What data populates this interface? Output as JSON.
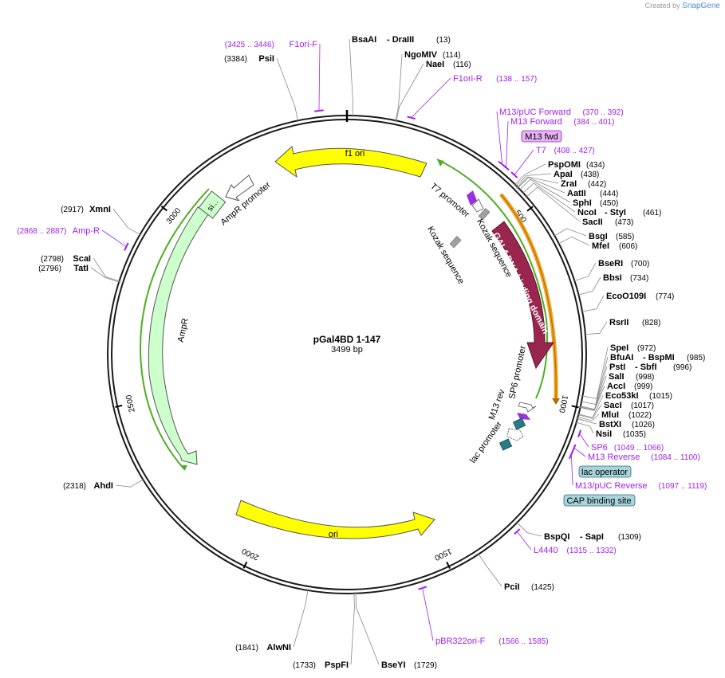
{
  "app": {
    "created_by": "Created by",
    "brand": "SnapGene"
  },
  "map": {
    "name": "pGal4BD 1-147",
    "length": 3499,
    "length_label": "3499 bp"
  },
  "ticks": [
    {
      "pos": 500,
      "label": "500"
    },
    {
      "pos": 1000,
      "label": "1000"
    },
    {
      "pos": 1500,
      "label": "1500"
    },
    {
      "pos": 2000,
      "label": "2000"
    },
    {
      "pos": 2500,
      "label": "2500"
    },
    {
      "pos": 3000,
      "label": "3000"
    }
  ],
  "sites": [
    {
      "name": "BsaAI",
      "name2": "DraIII",
      "pos_label": "(13)",
      "pos": 13
    },
    {
      "name": "NgoMIV",
      "pos_label": "(114)",
      "pos": 114
    },
    {
      "name": "NaeI",
      "pos_label": "(116)",
      "pos": 116
    },
    {
      "name": "PspOMI",
      "pos_label": "(434)",
      "pos": 434
    },
    {
      "name": "ApaI",
      "pos_label": "(438)",
      "pos": 438
    },
    {
      "name": "ZraI",
      "pos_label": "(442)",
      "pos": 442
    },
    {
      "name": "AatII",
      "pos_label": "(444)",
      "pos": 444
    },
    {
      "name": "SphI",
      "pos_label": "(450)",
      "pos": 450
    },
    {
      "name": "NcoI",
      "name2": "StyI",
      "pos_label": "(461)",
      "pos": 461
    },
    {
      "name": "SacII",
      "pos_label": "(473)",
      "pos": 473
    },
    {
      "name": "BsgI",
      "pos_label": "(585)",
      "pos": 585
    },
    {
      "name": "MfeI",
      "pos_label": "(606)",
      "pos": 606
    },
    {
      "name": "BseRI",
      "pos_label": "(700)",
      "pos": 700
    },
    {
      "name": "BbsI",
      "pos_label": "(734)",
      "pos": 734
    },
    {
      "name": "EcoO109I",
      "pos_label": "(774)",
      "pos": 774
    },
    {
      "name": "RsrII",
      "pos_label": "(828)",
      "pos": 828
    },
    {
      "name": "SpeI",
      "pos_label": "(972)",
      "pos": 972
    },
    {
      "name": "BfuAI",
      "name2": "BspMI",
      "pos_label": "(985)",
      "pos": 985
    },
    {
      "name": "PstI",
      "name2": "SbfI",
      "pos_label": "(996)",
      "pos": 996
    },
    {
      "name": "SalI",
      "pos_label": "(998)",
      "pos": 998
    },
    {
      "name": "AccI",
      "pos_label": "(999)",
      "pos": 999
    },
    {
      "name": "Eco53kI",
      "pos_label": "(1015)",
      "pos": 1015
    },
    {
      "name": "SacI",
      "pos_label": "(1017)",
      "pos": 1017
    },
    {
      "name": "MluI",
      "pos_label": "(1022)",
      "pos": 1022
    },
    {
      "name": "BstXI",
      "pos_label": "(1026)",
      "pos": 1026
    },
    {
      "name": "NsiI",
      "pos_label": "(1035)",
      "pos": 1035
    },
    {
      "name": "BspQI",
      "name2": "SapI",
      "pos_label": "(1309)",
      "pos": 1309
    },
    {
      "name": "PciI",
      "pos_label": "(1425)",
      "pos": 1425
    },
    {
      "name": "BseYI",
      "pos_label": "(1729)",
      "pos": 1729
    },
    {
      "name": "PspFI",
      "pos_label": "(1733)",
      "pos": 1733
    },
    {
      "name": "AlwNI",
      "pos_label": "(1841)",
      "pos": 1841
    },
    {
      "name": "AhdI",
      "pos_label": "(2318)",
      "pos": 2318
    },
    {
      "name": "TatI",
      "pos_label": "(2796)",
      "pos": 2796
    },
    {
      "name": "ScaI",
      "pos_label": "(2798)",
      "pos": 2798
    },
    {
      "name": "XmnI",
      "pos_label": "(2917)",
      "pos": 2917
    },
    {
      "name": "PsiI",
      "pos_label": "(3384)",
      "pos": 3384
    }
  ],
  "primers": [
    {
      "name": "F1ori-F",
      "range": "(3425 .. 3446)",
      "start": 3425,
      "end": 3446
    },
    {
      "name": "F1ori-R",
      "range": "(138 .. 157)",
      "start": 138,
      "end": 157
    },
    {
      "name": "M13/pUC Forward",
      "range": "(370 .. 392)",
      "start": 370,
      "end": 392
    },
    {
      "name": "M13 Forward",
      "range": "(384 .. 401)",
      "start": 384,
      "end": 401
    },
    {
      "name": "T7",
      "range": "(408 .. 427)",
      "start": 408,
      "end": 427
    },
    {
      "name": "SP6",
      "range": "(1049 .. 1066)",
      "start": 1049,
      "end": 1066
    },
    {
      "name": "M13 Reverse",
      "range": "(1084 .. 1100)",
      "start": 1084,
      "end": 1100
    },
    {
      "name": "M13/pUC Reverse",
      "range": "(1097 .. 1119)",
      "start": 1097,
      "end": 1119
    },
    {
      "name": "L4440",
      "range": "(1315 .. 1332)",
      "start": 1315,
      "end": 1332
    },
    {
      "name": "pBR322ori-F",
      "range": "(1566 .. 1585)",
      "start": 1566,
      "end": 1585
    },
    {
      "name": "Amp-R",
      "range": "(2868 .. 2887)",
      "start": 2868,
      "end": 2887
    }
  ],
  "boxed_labels": [
    {
      "name": "M13 fwd",
      "color": "#e7b3f5",
      "border": "#8a2bb0"
    },
    {
      "name": "lac operator",
      "color": "#a8d4dc",
      "border": "#2d6e7a"
    },
    {
      "name": "CAP binding site",
      "color": "#a8d4dc",
      "border": "#2d6e7a"
    }
  ],
  "features": {
    "f1_ori": "f1 ori",
    "ori": "ori",
    "ampr": "AmpR",
    "ampr_promoter": "AmpR promoter",
    "si": "si...",
    "t7_promoter": "T7 promoter",
    "kozak1": "Kozak sequence",
    "kozak2": "Kozak sequence",
    "gal4": "GAL4 DNA binding domain",
    "sp6_promoter": "SP6 promoter",
    "m13_rev": "M13 rev",
    "lac_promoter": "lac promoter"
  },
  "colors": {
    "backbone": "#1a1a1a",
    "primer": "#a020f0",
    "f1_ori": "#ffff00",
    "ampr": "#ccffcc",
    "gal4": "#99264f",
    "orange": "#f0a020",
    "green_line": "#4caf20",
    "lac": "#2a7a86"
  }
}
